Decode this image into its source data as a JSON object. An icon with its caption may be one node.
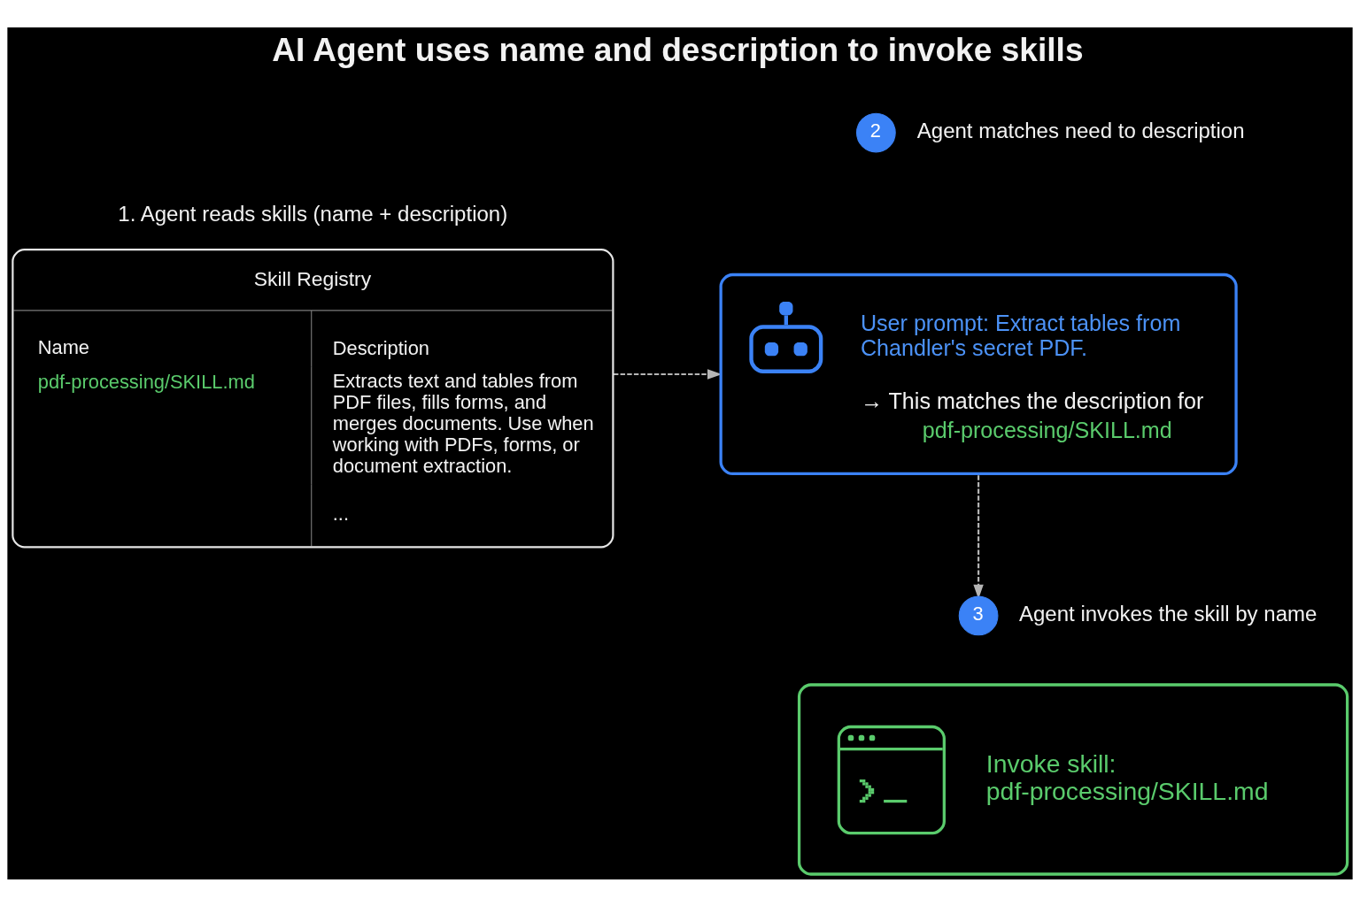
{
  "diagram": {
    "title": "AI Agent uses name and description to invoke skills",
    "nodes": [
      {
        "text": [
          "1. Agent reads skills (name + description)",
          "Skill Registry",
          "Name",
          "pdf-processing/SKILL.md",
          "Description",
          "Extracts text and tables from PDF files, fills forms, and merges documents. Use when working with PDFs, forms, or document extraction.",
          "..."
        ]
      },
      {
        "text": [
          "2"
        ],
        "beside": [
          "Agent matches need to description"
        ]
      },
      {
        "text": [
          "User prompt: Extract tables from Chandler's secret PDF.",
          "→ This matches the description for",
          "pdf-processing/SKILL.md"
        ]
      },
      {
        "text": [
          "3"
        ],
        "beside": [
          "Agent invokes the skill by name"
        ]
      },
      {
        "text": [
          "Invoke skill: pdf-processing/SKILL.md"
        ]
      }
    ],
    "edges": [
      {
        "from": 0,
        "to": 2,
        "arrow": "to",
        "style": "dashed"
      },
      {
        "from": 2,
        "to": 3,
        "arrow": "to",
        "style": "dashed"
      }
    ]
  }
}
